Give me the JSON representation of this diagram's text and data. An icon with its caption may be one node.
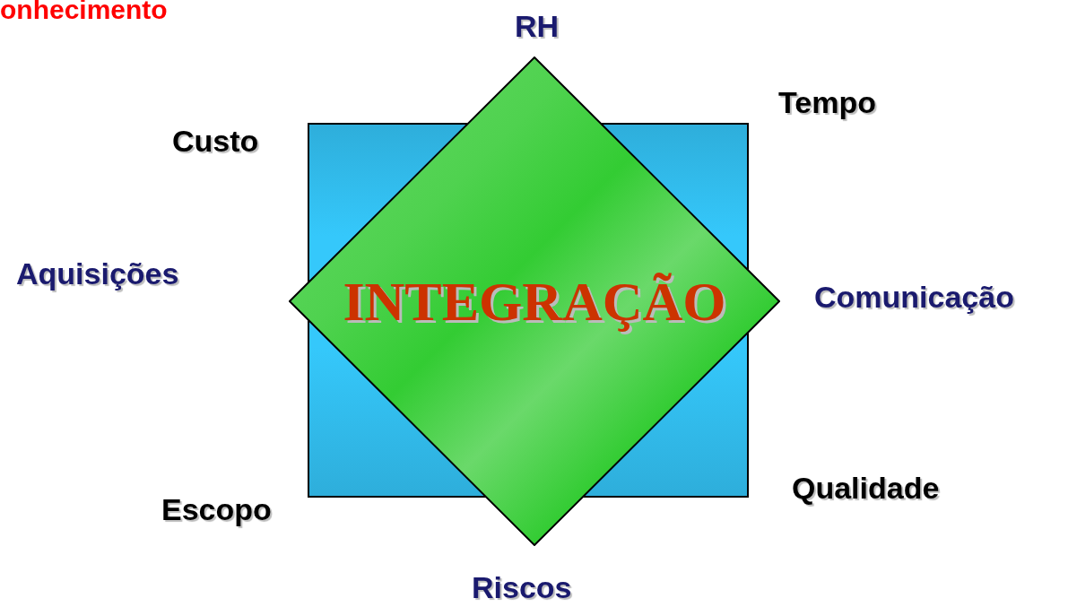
{
  "diagram": {
    "nodes": [
      {
        "text": [
          "INTEGRAÇÃO"
        ]
      }
    ],
    "labels": [
      "onhecimento",
      "RH",
      "Tempo",
      "Custo",
      "Aquisições",
      "Comunicação",
      "Escopo",
      "Qualidade",
      "Riscos"
    ]
  }
}
